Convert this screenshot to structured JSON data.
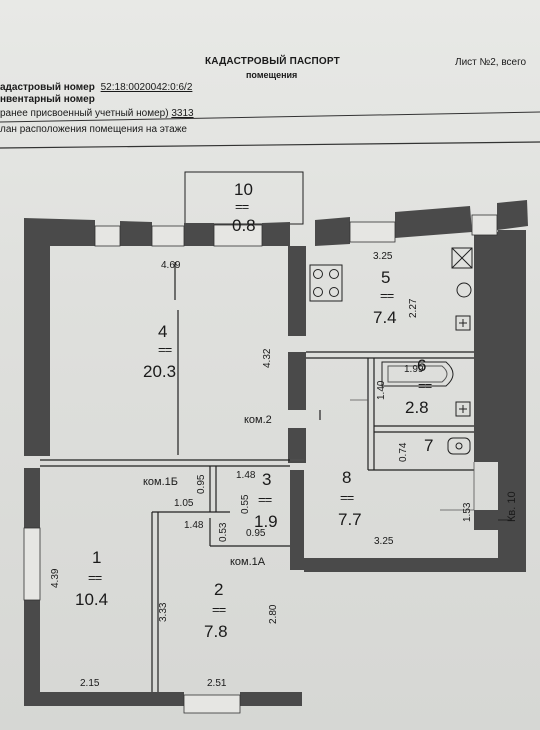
{
  "header": {
    "title": "КАДАСТРОВЫЙ ПАСПОРТ",
    "subtitle": "помещения",
    "sheet": "Лист №2, всего",
    "cadastral_label": "адастровый номер",
    "cadastral_value": "52:18:0020042:0:6/2",
    "inventory_label": "нвентарный номер",
    "prev_label": "ранее присвоенный учетный номер)",
    "prev_value": "3313",
    "plan_label": "лан расположения помещения на этаже"
  },
  "rooms": [
    {
      "num": "10",
      "area": "0.8"
    },
    {
      "num": "4",
      "area": "20.3"
    },
    {
      "num": "5",
      "area": "7.4"
    },
    {
      "num": "6",
      "area": "2.8"
    },
    {
      "num": "7",
      "area": ""
    },
    {
      "num": "8",
      "area": "7.7"
    },
    {
      "num": "3",
      "area": "1.9"
    },
    {
      "num": "1",
      "area": "10.4"
    },
    {
      "num": "2",
      "area": "7.8"
    }
  ],
  "eq_symbol": "==",
  "labels": {
    "kom2": "ком.2",
    "kom1b": "ком.1Б",
    "kom1a": "ком.1А",
    "kv": "Кв. 10"
  },
  "dims": {
    "d469": "4.69",
    "d325_top": "3.25",
    "d227": "2.27",
    "d432": "4.32",
    "d140": "1.40",
    "d199": "1.99",
    "d074": "0.74",
    "d148_a": "1.48",
    "d095_a": "0.95",
    "d105": "1.05",
    "d055": "0.55",
    "d148_b": "1.48",
    "d053": "0.53",
    "d095_b": "0.95",
    "d153": "1.53",
    "d325_bot": "3.25",
    "d439": "4.39",
    "d333": "3.33",
    "d280": "2.80",
    "d215": "2.15",
    "d251": "2.51"
  }
}
